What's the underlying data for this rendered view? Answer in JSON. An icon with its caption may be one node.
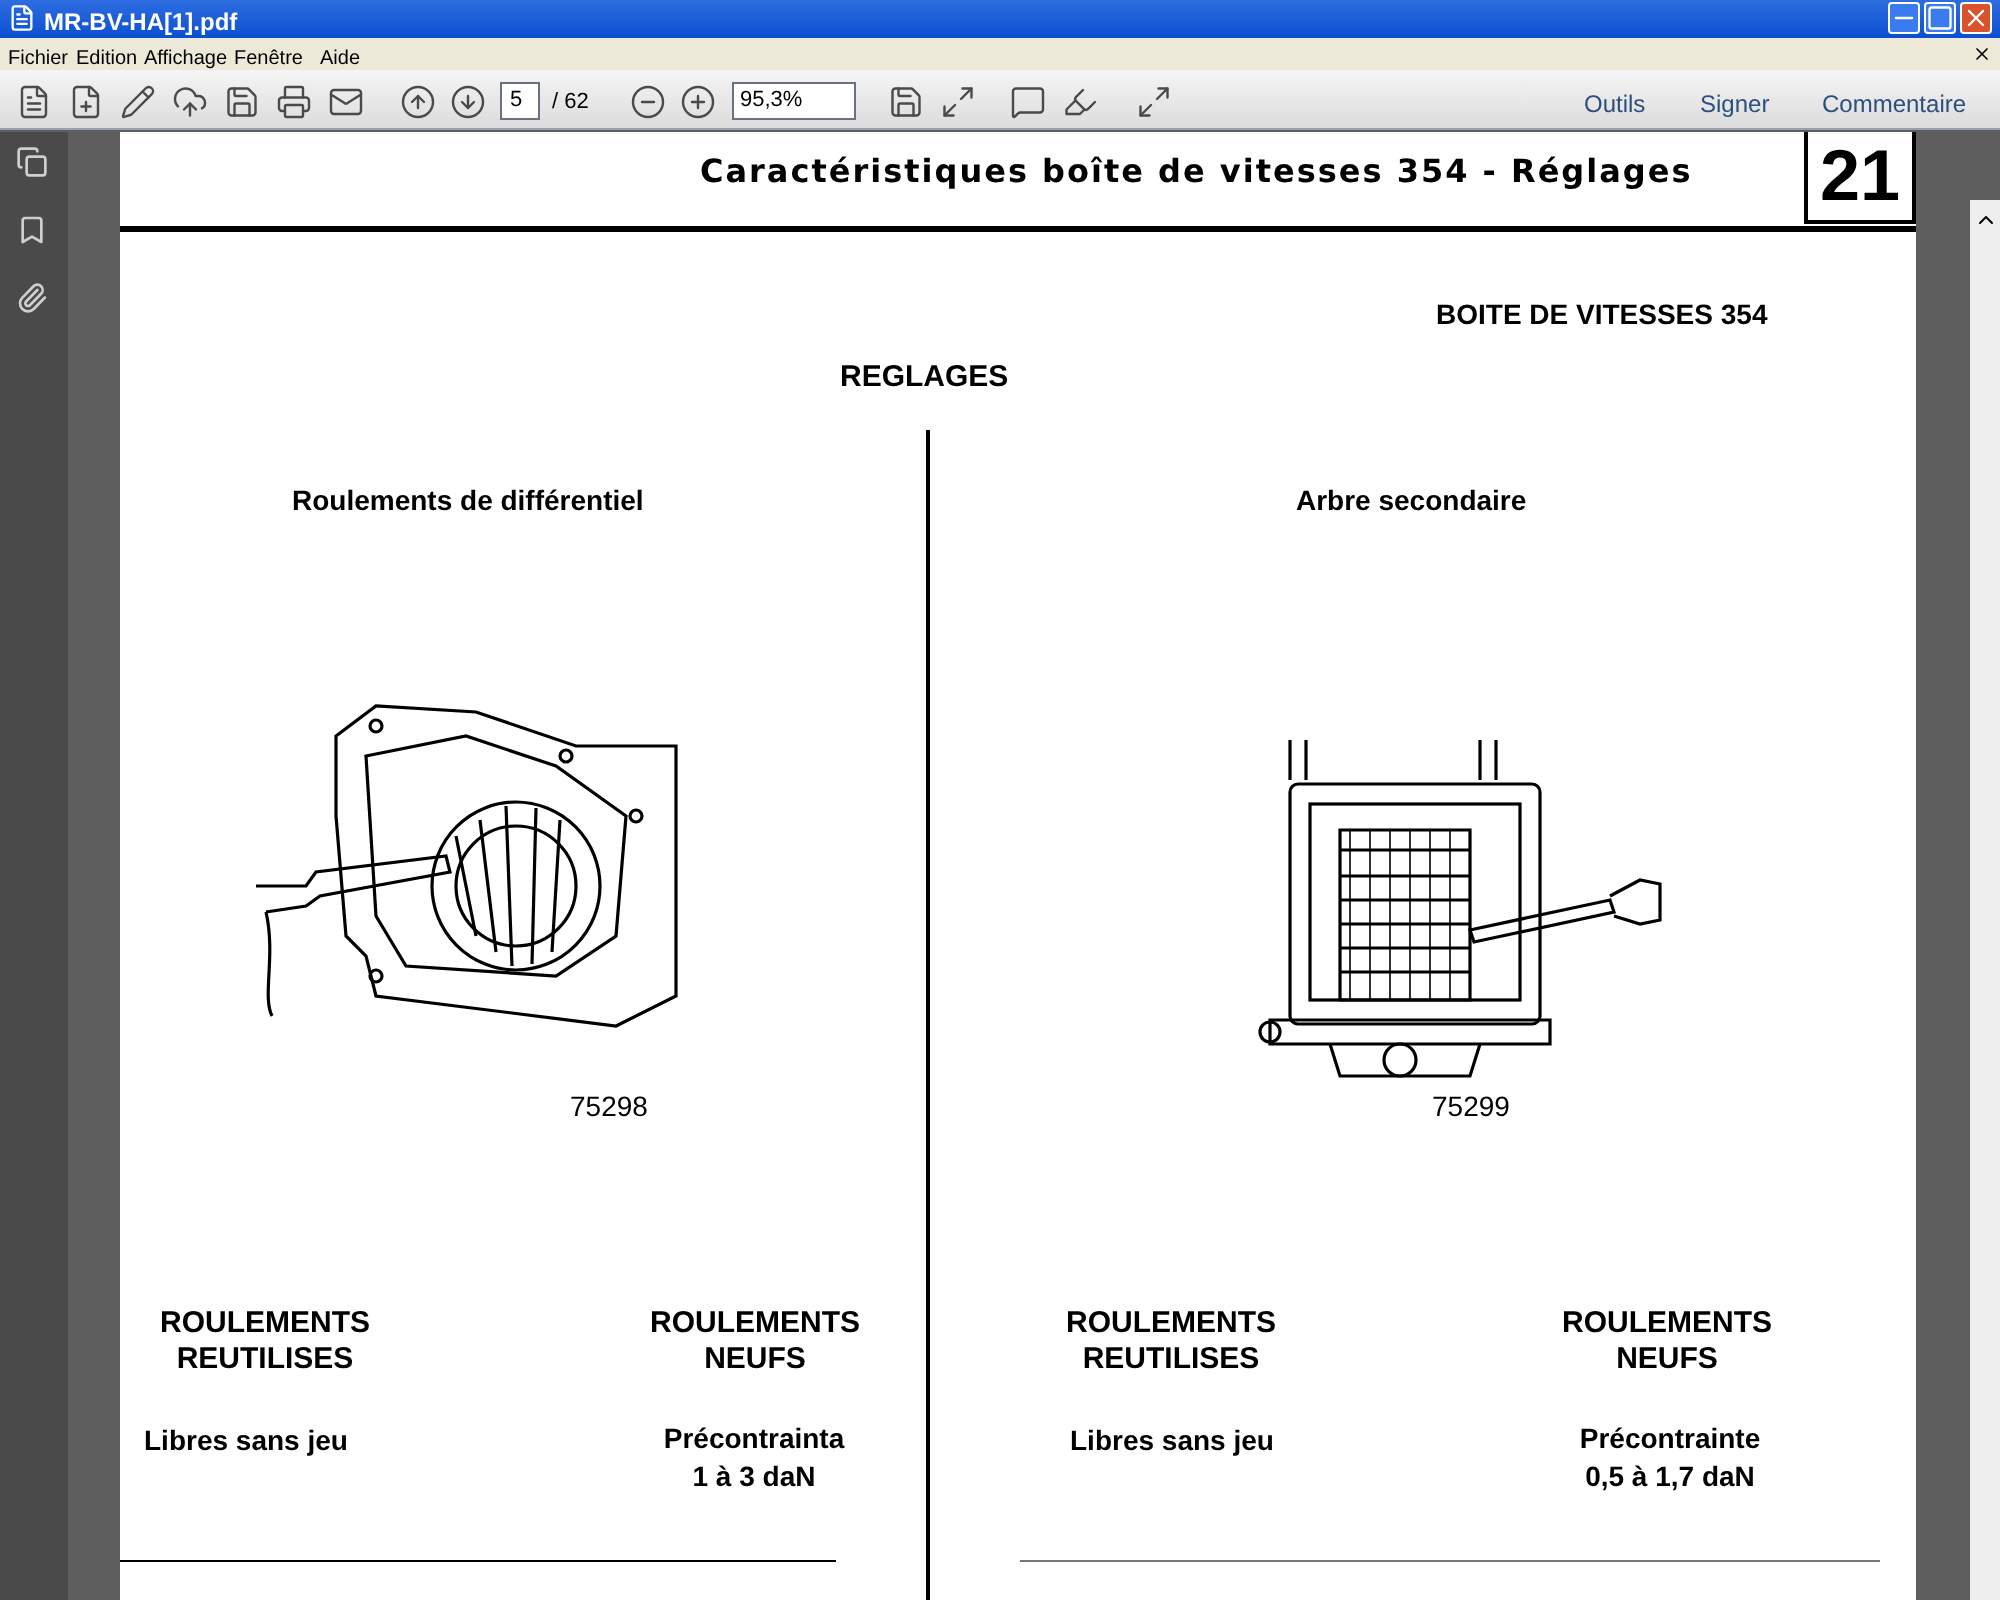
{
  "diagram": {
    "labels": [
      "MR-BV-HA[1].pdf",
      "Fichier",
      "Edition",
      "Affichage",
      "Fenêtre",
      "Aide",
      "5",
      "/ 62",
      "95,3%",
      "Outils",
      "Signer",
      "Commentaire",
      "Caractéristiques boîte de vitesses 354 - Réglages",
      "21",
      "BOITE DE VITESSES 354",
      "REGLAGES",
      "Roulements de différentiel",
      "Arbre secondaire",
      "75298",
      "75299",
      "ROULEMENTS REUTILISES",
      "ROULEMENTS NEUFS",
      "ROULEMENTS REUTILISES",
      "ROULEMENTS NEUFS",
      "Libres sans jeu",
      "Précontrainta 1 à 3 daN",
      "Libres sans jeu",
      "Précontrainte 0,5 à 1,7 daN"
    ]
  }
}
